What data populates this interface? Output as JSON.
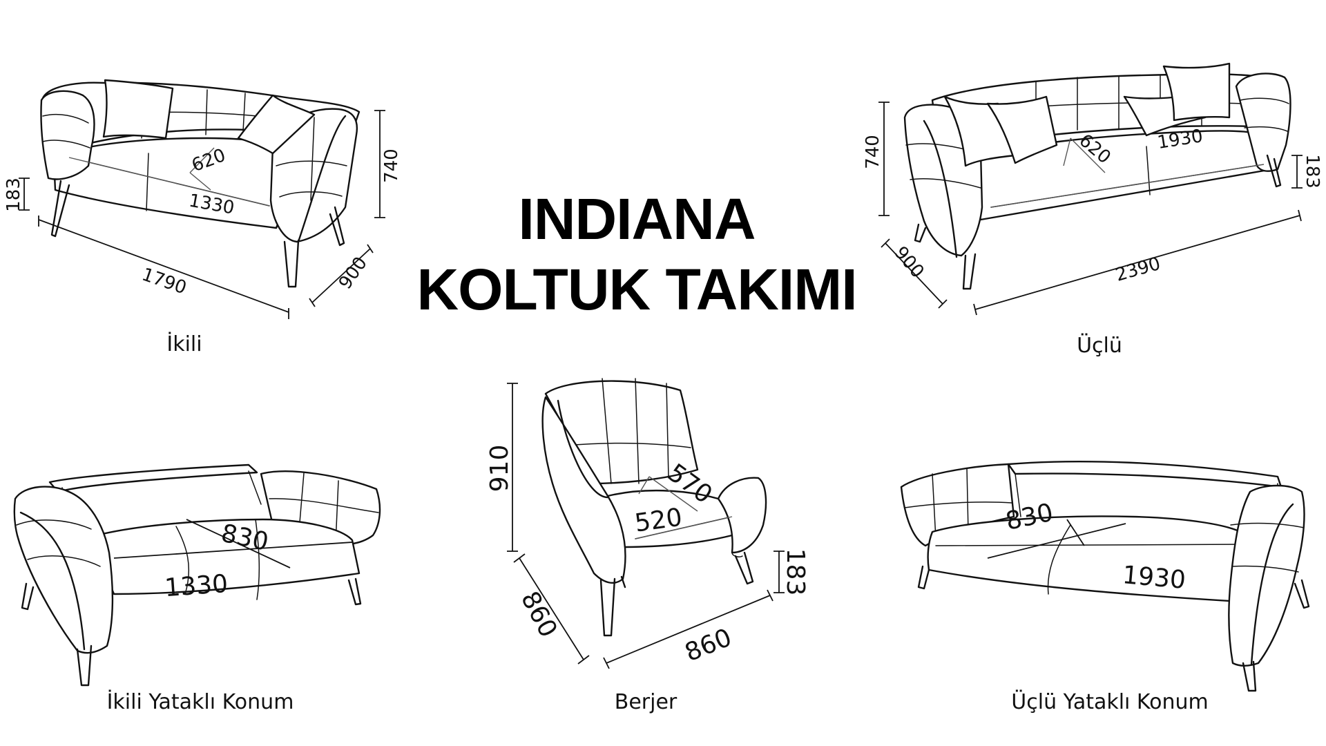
{
  "title": {
    "line1": "INDIANA",
    "line2": "KOLTUK TAKIMI"
  },
  "diagrams": {
    "ikili": {
      "caption": "İkili",
      "width": "1790",
      "depth": "900",
      "height": "740",
      "leg_height": "183",
      "seat_width": "1330",
      "seat_depth": "620"
    },
    "uclu": {
      "caption": "Üçlü",
      "width": "2390",
      "depth": "900",
      "height": "740",
      "leg_height": "183",
      "seat_width": "1930",
      "seat_depth": "620"
    },
    "ikili_yatakli": {
      "caption": "İkili Yataklı Konum",
      "bed_width": "1330",
      "bed_depth": "830"
    },
    "berjer": {
      "caption": "Berjer",
      "width": "860",
      "depth": "860",
      "height": "910",
      "leg_height": "183",
      "seat_width": "520",
      "seat_depth": "570"
    },
    "uclu_yatakli": {
      "caption": "Üçlü Yataklı Konum",
      "bed_width": "1930",
      "bed_depth": "830"
    }
  }
}
